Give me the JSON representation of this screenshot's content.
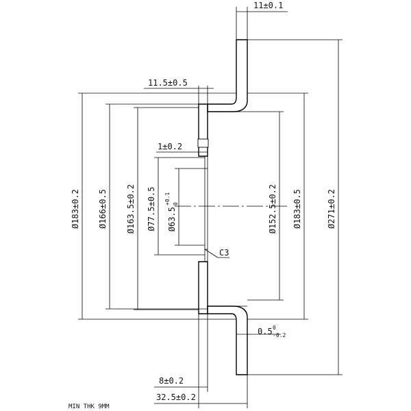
{
  "drawing": {
    "dims": {
      "d271": "Ø271±0.2",
      "d183_right": "Ø183±0.5",
      "d152": "Ø152.5±0.2",
      "d183_left": "Ø183±0.2",
      "d166": "Ø166±0.5",
      "d163": "Ø163.5±0.2",
      "d77": "Ø77.5±0.5",
      "d63_base": "Ø63.5",
      "d63_tol_upper": "+0.1",
      "d63_tol_lower": "0",
      "t11": "11±0.1",
      "t11_5": "11.5±0.5",
      "t1": "1±0.2",
      "t8": "8±0.2",
      "t32_5": "32.5±0.2",
      "t0_5_base": "0.5",
      "t0_5_upper": "0",
      "t0_5_lower": "-0.2",
      "c3": "C3"
    },
    "note": "MIN THK 9MM"
  }
}
